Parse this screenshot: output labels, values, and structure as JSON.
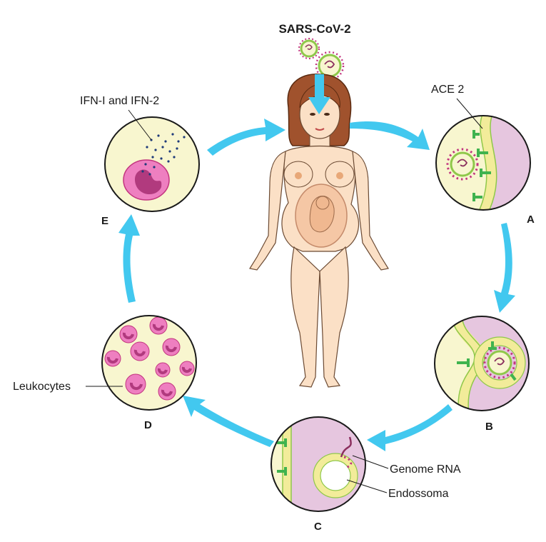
{
  "title": "SARS-CoV-2",
  "labels": {
    "ace2": "ACE 2",
    "ifn": "IFN-I and IFN-2",
    "leukocytes": "Leukocytes",
    "genome_rna": "Genome RNA",
    "endosome": "Endossoma"
  },
  "stages": {
    "a": "A",
    "b": "B",
    "c": "C",
    "d": "D",
    "e": "E"
  },
  "colors": {
    "arrow": "#42c8ef",
    "skin": "#fbe0c6",
    "hair": "#a0522d",
    "cytoplasm": "#f8f6cf",
    "cell_interior": "#e6c6df",
    "membrane": "#f2ec9a",
    "membrane_edge": "#8fc84a",
    "receptor": "#3fb34f",
    "leukocyte": "#ee7fc0",
    "nucleus": "#b13a7e",
    "virus_spike": "#c2357f"
  }
}
